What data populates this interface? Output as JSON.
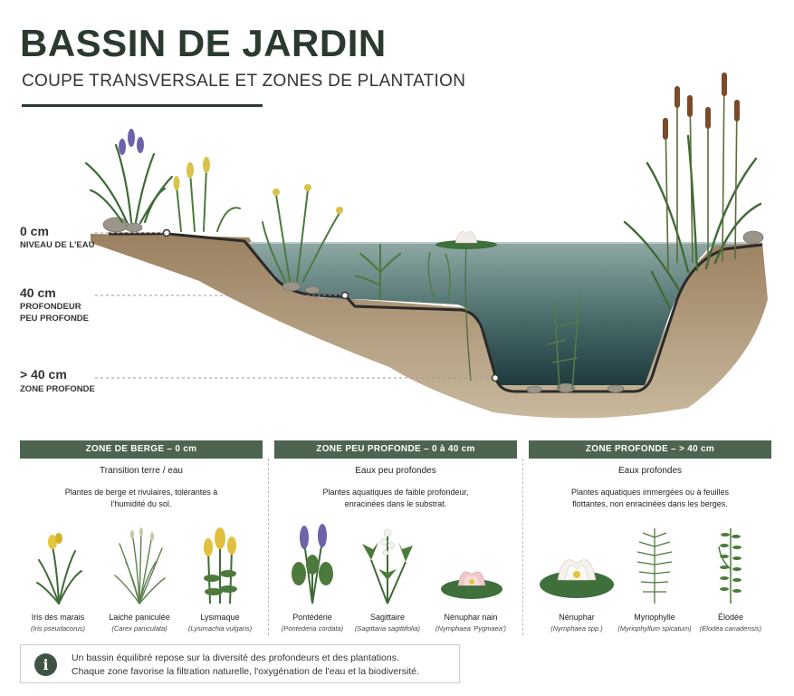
{
  "header": {
    "title": "BASSIN DE JARDIN",
    "subtitle": "COUPE TRANSVERSALE ET ZONES DE PLANTATION"
  },
  "levels": [
    {
      "value": "0 cm",
      "label": "NIVEAU DE L'EAU"
    },
    {
      "value": "40 cm",
      "label": "PROFONDEUR PEU PROFONDE"
    },
    {
      "value": "> 40 cm",
      "label": "ZONE PROFONDE"
    }
  ],
  "zones": [
    {
      "header": "ZONE DE BERGE – 0 cm",
      "subtitle": "Transition terre / eau",
      "description": "Plantes de berge et rivulaires, tolérantes à l'humidité du sol.",
      "plants": [
        {
          "name": "Iris des marais",
          "latin": "(Iris pseudacorus)",
          "icon": "iris-icon"
        },
        {
          "name": "Laiche paniculée",
          "latin": "(Carex paniculata)",
          "icon": "carex-icon"
        },
        {
          "name": "Lysimaque",
          "latin": "(Lysimachia vulgaris)",
          "icon": "lysimachia-icon"
        }
      ]
    },
    {
      "header": "ZONE PEU PROFONDE – 0 à 40 cm",
      "subtitle": "Eaux peu profondes",
      "description": "Plantes aquatiques de faible profondeur, enracinées dans le substrat.",
      "plants": [
        {
          "name": "Pontédérie",
          "latin": "(Pontederia cordata)",
          "icon": "pontederia-icon"
        },
        {
          "name": "Sagittaire",
          "latin": "(Sagittaria sagittifolia)",
          "icon": "sagittaria-icon"
        },
        {
          "name": "Nénuphar nain",
          "latin": "(Nymphaea 'Pygmaea')",
          "icon": "dwarf-waterlily-icon"
        }
      ]
    },
    {
      "header": "ZONE PROFONDE – > 40 cm",
      "subtitle": "Eaux profondes",
      "description": "Plantes aquatiques immergées ou à feuilles flottantes, non enracinées dans les berges.",
      "plants": [
        {
          "name": "Nénuphar",
          "latin": "(Nymphaea spp.)",
          "icon": "waterlily-icon"
        },
        {
          "name": "Myriophylle",
          "latin": "(Myriophyllum spicatum)",
          "icon": "myriophyllum-icon"
        },
        {
          "name": "Élodée",
          "latin": "(Elodea canadensis)",
          "icon": "elodea-icon"
        }
      ]
    }
  ],
  "note": {
    "icon": "info-icon",
    "line1": "Un bassin équilibré repose sur la diversité des profondeurs et des plantations.",
    "line2": "Chaque zone favorise la filtration naturelle, l'oxygénation de l'eau et la biodiversité."
  },
  "colors": {
    "accent": "#4c6450",
    "water": "#4d6f6e",
    "soil": "#8a7052",
    "liner": "#2a2a2a"
  }
}
